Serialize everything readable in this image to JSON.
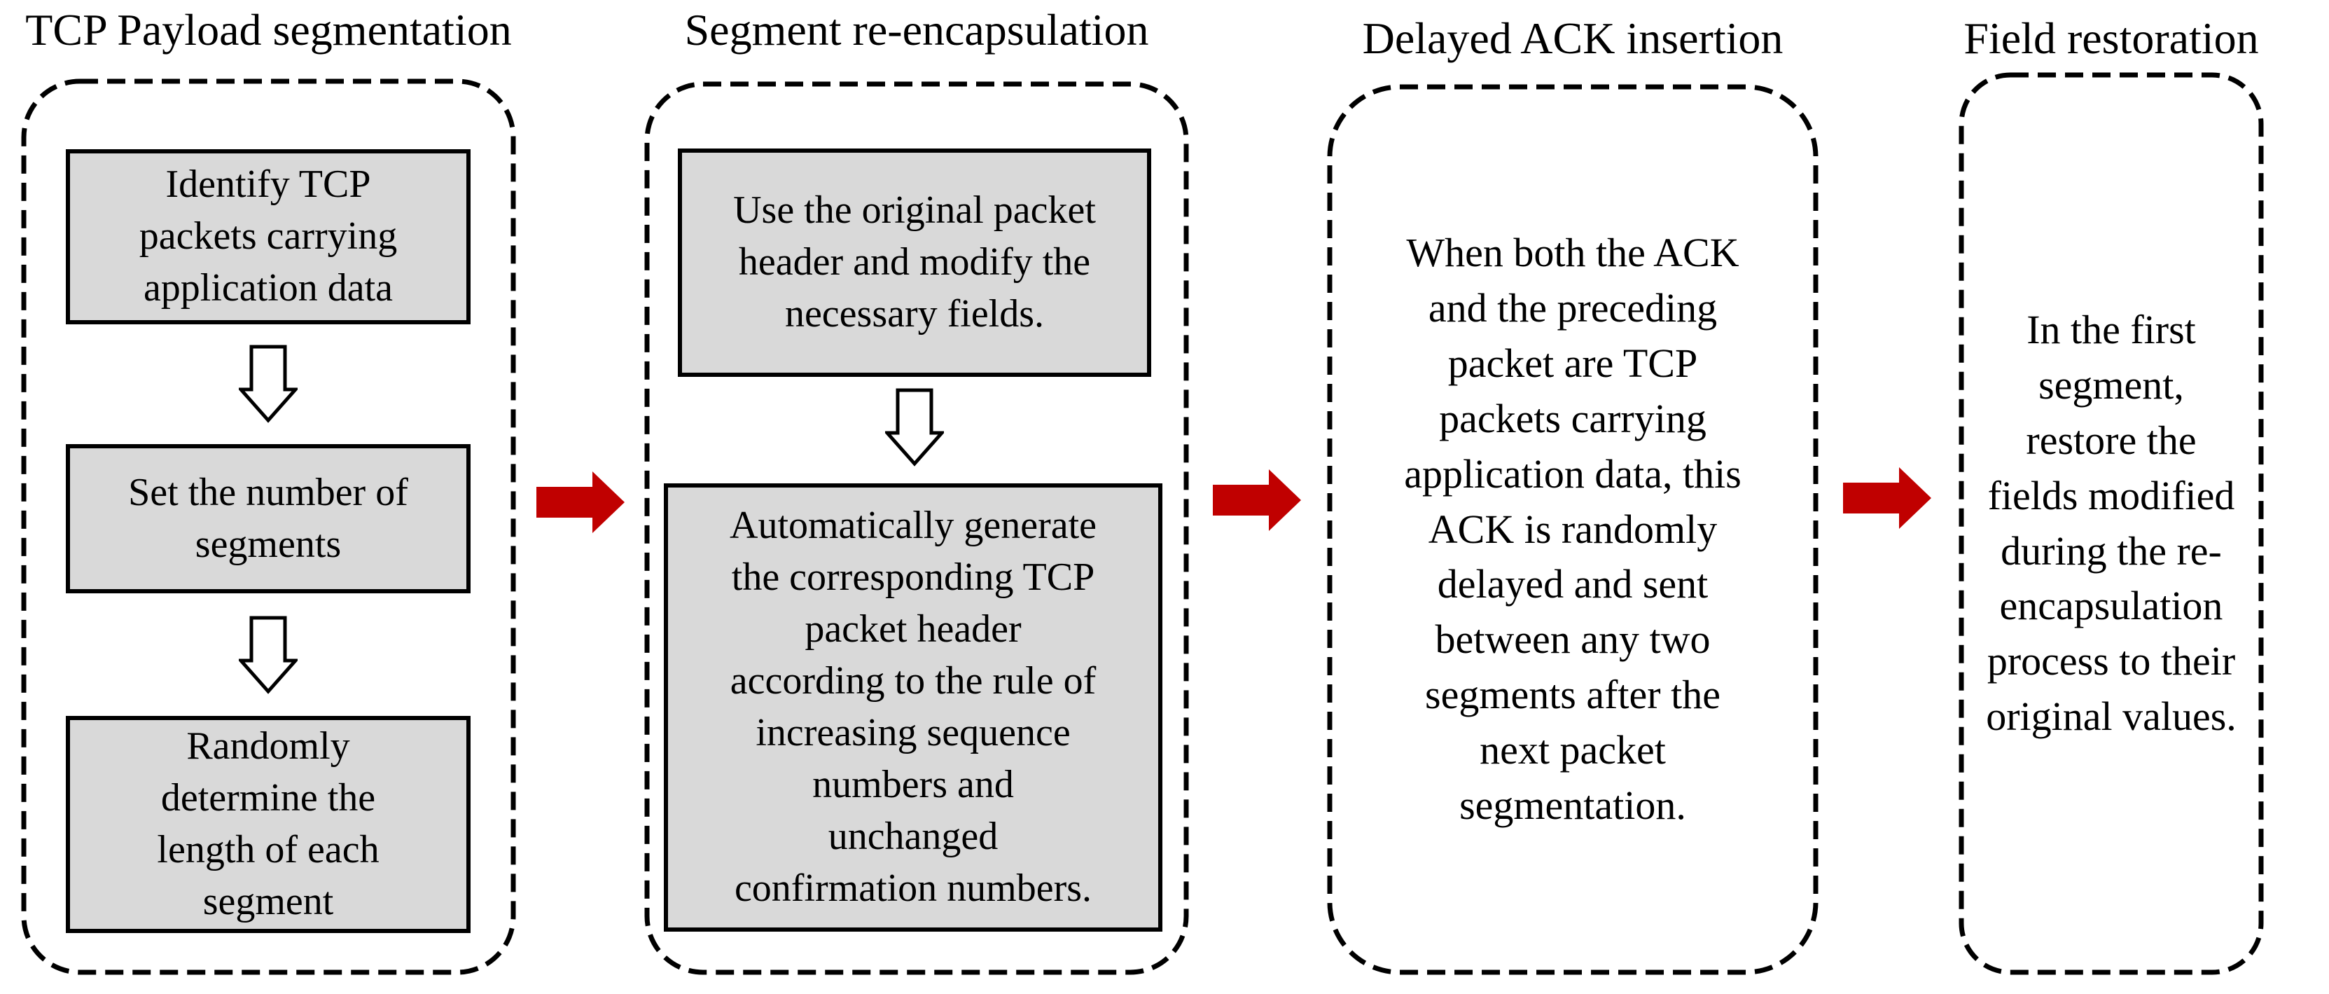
{
  "diagram": {
    "colors": {
      "accent_red": "#c00000",
      "box_fill": "#d9d9d9",
      "line_black": "#000000"
    },
    "columns": [
      {
        "title": "TCP Payload segmentation",
        "steps": [
          "Identify TCP\npackets carrying\napplication data",
          "Set the number of\nsegments",
          "Randomly\ndetermine the\nlength of each\nsegment"
        ]
      },
      {
        "title": "Segment re-encapsulation",
        "steps": [
          "Use the original packet\nheader and modify the\nnecessary fields.",
          "Automatically generate\nthe corresponding TCP\npacket header\naccording to the rule of\nincreasing sequence\nnumbers and\nunchanged\nconfirmation numbers."
        ]
      },
      {
        "title": "Delayed ACK insertion",
        "text": "When both the ACK\nand the preceding\npacket are TCP\npackets carrying\napplication data, this\nACK is randomly\ndelayed and sent\nbetween any two\nsegments after the\nnext packet\nsegmentation."
      },
      {
        "title": "Field restoration",
        "text": "In the first\nsegment,\nrestore the\nfields modified\nduring the re-\nencapsulation\nprocess to their\noriginal values."
      }
    ]
  }
}
